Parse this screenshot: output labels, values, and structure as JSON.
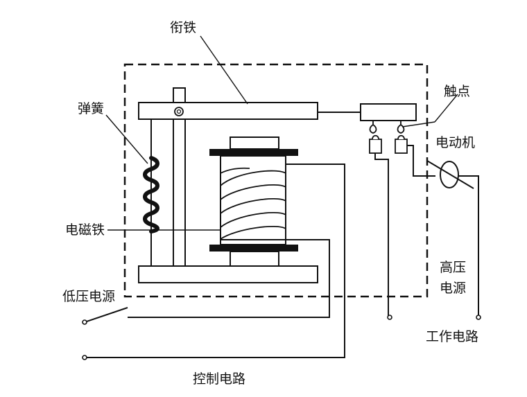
{
  "labels": {
    "armature": "衔铁",
    "spring": "弹簧",
    "contacts": "触点",
    "motor": "电动机",
    "electromagnet": "电磁铁",
    "low_voltage_source": "低压电源",
    "high_voltage_line1": "高压",
    "high_voltage_line2": "电源",
    "working_circuit": "工作电路",
    "control_circuit": "控制电路"
  },
  "colors": {
    "line": "#111111",
    "background": "#ffffff"
  }
}
